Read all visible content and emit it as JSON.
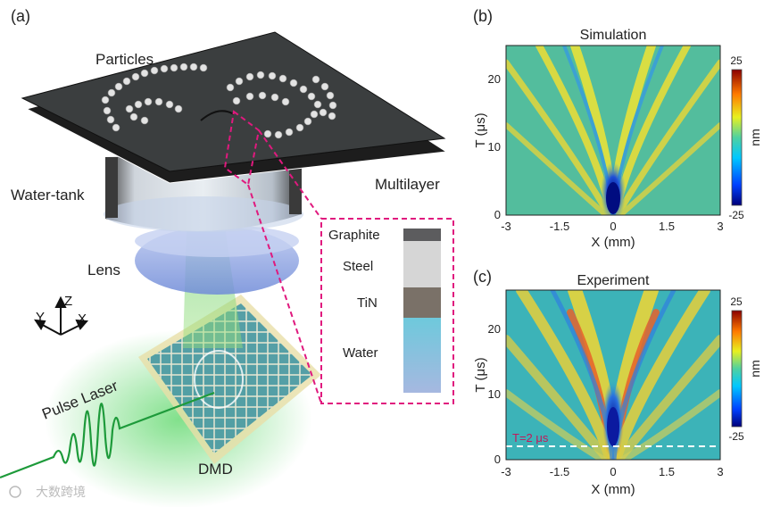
{
  "panels": {
    "a": {
      "tag": "(a)",
      "labels": {
        "particles": "Particles",
        "water_tank": "Water-tank",
        "multilayer": "Multilayer",
        "lens": "Lens",
        "pulse_laser": "Pulse Laser",
        "dmd": "DMD"
      },
      "axes_triad": {
        "z": "Z",
        "y": "Y",
        "x": "X"
      },
      "layers": [
        {
          "name": "Graphite",
          "color": "#5c5c5e"
        },
        {
          "name": "Steel",
          "color": "#d4d4d4"
        },
        {
          "name": "TiN",
          "color": "#7a7168"
        },
        {
          "name": "Water",
          "color": "#8fc8dc"
        }
      ]
    },
    "b": {
      "tag": "(b)",
      "title": "Simulation"
    },
    "c": {
      "tag": "(c)",
      "title": "Experiment",
      "annotation": "T=2 μs"
    }
  },
  "chart_data": [
    {
      "type": "heatmap",
      "title": "Simulation",
      "xlabel": "X (mm)",
      "ylabel": "T (μs)",
      "xlim": [
        -3,
        3
      ],
      "ylim": [
        0,
        25
      ],
      "xticks": [
        "-3",
        "-1.5",
        "0",
        "1.5",
        "3"
      ],
      "yticks": [
        "0",
        "10",
        "20"
      ],
      "colorbar": {
        "label": "nm",
        "min": -25,
        "max": 25,
        "ticks": [
          "25",
          "-25"
        ]
      }
    },
    {
      "type": "heatmap",
      "title": "Experiment",
      "xlabel": "X (mm)",
      "ylabel": "T (μs)",
      "xlim": [
        -3,
        3
      ],
      "ylim": [
        0,
        26
      ],
      "xticks": [
        "-3",
        "-1.5",
        "0",
        "1.5",
        "3"
      ],
      "yticks": [
        "0",
        "10",
        "20"
      ],
      "colorbar": {
        "label": "nm",
        "min": -25,
        "max": 25,
        "ticks": [
          "25",
          "-25"
        ]
      },
      "hline": {
        "y": 2,
        "label": "T=2 μs"
      }
    }
  ],
  "watermark": "大数跨境"
}
